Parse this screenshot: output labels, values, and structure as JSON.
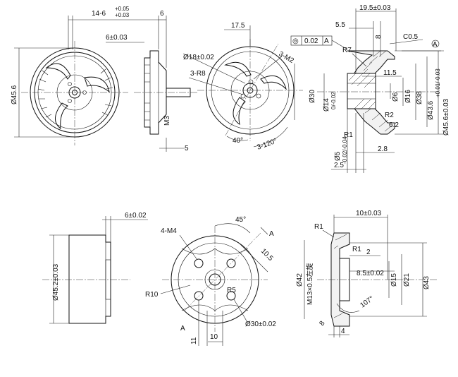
{
  "labels": {
    "v1_dim_top": "14-6",
    "v1_tol_up": "+0.05",
    "v1_tol_dn": "+0.03",
    "v1_dim_6": "6±0.03",
    "v1_dia": "Ø45.6",
    "v2_dim_6": "6",
    "v2_m3": "M3",
    "v2_dim_5": "5",
    "v3_dim_175": "17.5",
    "v3_dia18": "Ø18±0.02",
    "v3_m2": "3-M2",
    "v3_r8": "3-R8",
    "v3_dia30": "Ø30",
    "v3_40": "40°",
    "v3_120": "3-120°",
    "v4_195": "19.5±0.03",
    "v4_55": "5.5",
    "v4_8": "8",
    "v4_c05": "C0.5",
    "v4_gtd_sym": "◎",
    "v4_gtd_val": "0.02",
    "v4_gtd_ref": "A",
    "v4_datum": "A",
    "v4_r7": "R7",
    "v4_115": "11.5",
    "v4_dia14": "Ø14",
    "v4_dia14_tol": "0/-0.02",
    "v4_6": "Ø6",
    "v4_16": "Ø16",
    "v4_38": "Ø38",
    "v4_436": "Ø43.6",
    "v4_436_tol": "+0.01/-0.03",
    "v4_456": "Ø45.6±0.03",
    "v4_r1": "R1",
    "v4_r2": "R2",
    "v4_62": "6.2",
    "v4_dia5": "Ø5",
    "v4_dia5_tol": "-0.02/-0.04",
    "v4_28": "2.8",
    "v4_25": "2.5",
    "b1_6": "6±0.02",
    "b1_dia": "Ø45.2±0.03",
    "b2_45": "45°",
    "b2_m4": "4-M4",
    "b2_a_top": "A",
    "b2_105": "10.5",
    "b2_r10": "R10",
    "b2_r5": "R5",
    "b2_a_bot": "A",
    "b2_11": "11",
    "b2_10": "10",
    "b2_dia30": "Ø30±0.02",
    "b3_10": "10±0.03",
    "b3_r1a": "R1",
    "b3_r1b": "R1",
    "b3_2": "2",
    "b3_m13": "M13×0.5左旋",
    "b3_85": "8.5±0.02",
    "b3_42": "Ø42",
    "b3_15": "Ø15",
    "b3_21": "Ø21",
    "b3_43": "Ø43",
    "b3_107": "107°",
    "b3_8": "8",
    "b3_4": "4"
  }
}
